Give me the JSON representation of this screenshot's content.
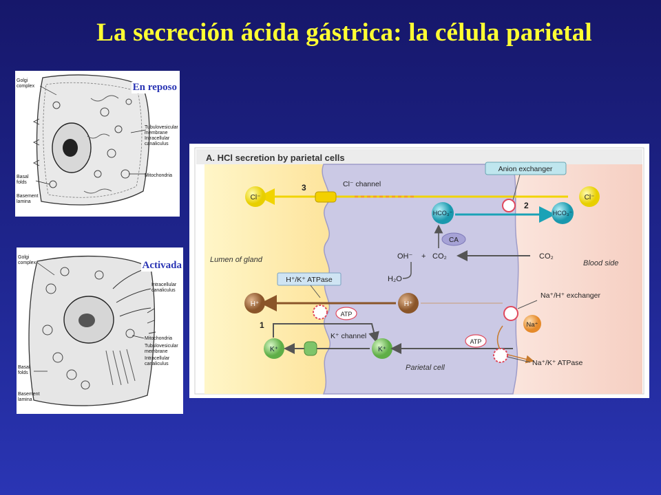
{
  "title": "La secreción ácida gástrica: la célula parietal",
  "panels": {
    "resting": {
      "state_label": "En reposo",
      "labels": {
        "golgi_a": "Golgi",
        "golgi_b": "complex",
        "tubulo_a": "Tubulovesicular",
        "tubulo_b": "membrane",
        "canal_a": "Intracellular",
        "canal_b": "canaliculus",
        "basal_a": "Basal",
        "basal_b": "folds",
        "mito": "Mitochondria",
        "lamina_a": "Basement",
        "lamina_b": "lamina"
      }
    },
    "active": {
      "state_label": "Activada",
      "labels": {
        "golgi_a": "Golgi",
        "golgi_b": "complex",
        "canal_a": "Intracellular",
        "canal_b": "canaliculus",
        "mito": "Mitochondria",
        "tubulo_a": "Tubulovesicular",
        "tubulo_b": "membrane",
        "canal2_a": "Intracellular",
        "canal2_b": "canaliculus",
        "basal_a": "Basal",
        "basal_b": "folds",
        "lamina_a": "Basement",
        "lamina_b": "lamina"
      }
    }
  },
  "figure": {
    "title": "A.  HCl secretion by parietal cells",
    "region_lumen": "Lumen of gland",
    "region_blood": "Blood side",
    "region_cell": "Parietal cell",
    "cl_channel": "Cl⁻ channel",
    "anion_exchanger": "Anion exchanger",
    "hk_atpase": "H⁺/K⁺ ATPase",
    "k_channel": "K⁺ channel",
    "nah_exchanger": "Na⁺/H⁺ exchanger",
    "nak_atpase": "Na⁺/K⁺ ATPase",
    "ca": "CA",
    "oh": "OH⁻",
    "plus": "+",
    "co2_left": "CO₂",
    "co2_right": "CO₂",
    "h2o": "H₂O",
    "atp1": "ATP",
    "atp2": "ATP",
    "num1": "1",
    "num2": "2",
    "num3": "3",
    "ions": {
      "cl_left": "Cl⁻",
      "cl_right": "Cl⁻",
      "hco3_left": "HCO₃⁻",
      "hco3_right": "HCO₃⁻",
      "h_left": "H⁺",
      "h_center": "H⁺",
      "k_left": "K⁺",
      "k_center": "K⁺",
      "na": "Na⁺"
    }
  },
  "colors": {
    "background": "#1f2690",
    "title": "#ffff33",
    "state_label": "#2a35b4",
    "cl_ion": "#f2e100",
    "hco3_ion": "#1fb5c9",
    "h_ion": "#a26a3c",
    "k_ion": "#8fd07a",
    "na_ion": "#f2a24a",
    "cell_body": "#c9c8e4",
    "lumen": "#fde9a6",
    "blood": "#f9d8cc"
  }
}
